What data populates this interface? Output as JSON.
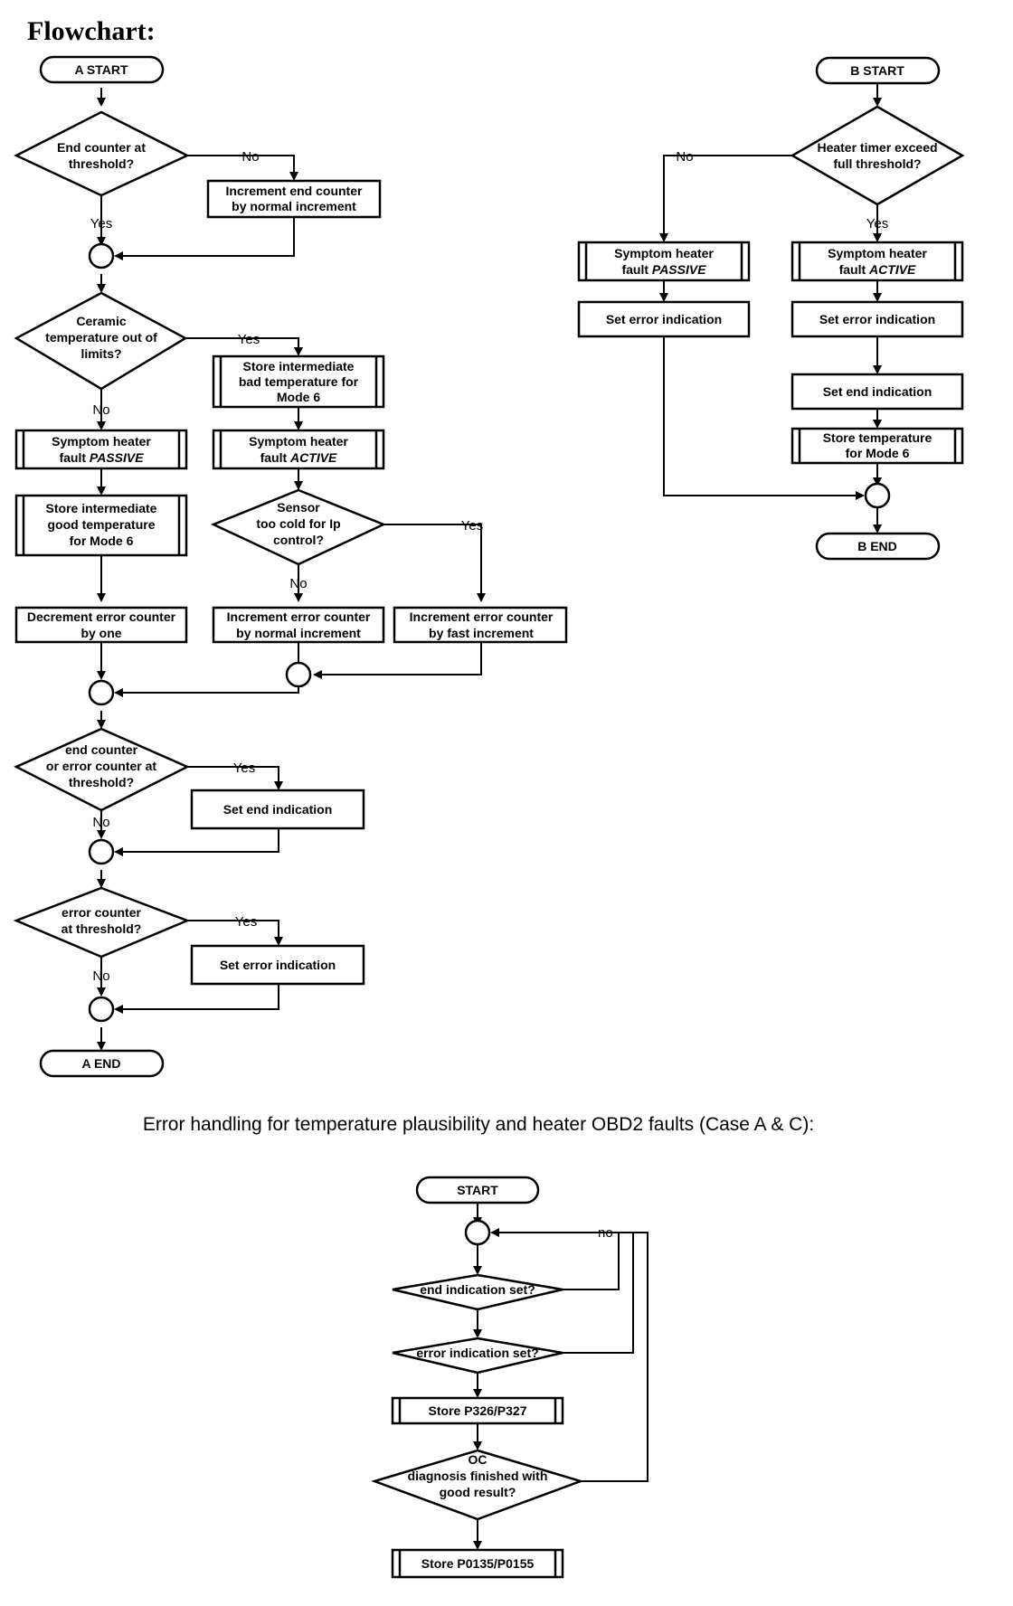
{
  "page": {
    "title": "Flowchart:",
    "caption": "Error handling for temperature plausibility and heater OBD2 faults (Case A & C):"
  },
  "flow_a": {
    "start": "A START",
    "end": "A END",
    "decision_end_counter": [
      "End counter at",
      "threshold?"
    ],
    "process_increment_end_counter": [
      "Increment end counter",
      "by normal increment"
    ],
    "decision_ceramic_temp": [
      "Ceramic",
      "temperature out of",
      "limits?"
    ],
    "process_store_bad_temp": [
      "Store intermediate",
      "bad temperature for",
      "Mode 6"
    ],
    "process_symptom_passive": [
      "Symptom heater",
      "fault ",
      "PASSIVE"
    ],
    "process_symptom_active": [
      "Symptom heater",
      "fault ",
      "ACTIVE"
    ],
    "process_store_good_temp": [
      "Store intermediate",
      "good temperature",
      "for Mode 6"
    ],
    "decision_sensor_cold": [
      "Sensor",
      "too cold for Ip",
      "control?"
    ],
    "process_decrement_error": [
      "Decrement error counter",
      "by one"
    ],
    "process_increment_error_normal": [
      "Increment error counter",
      "by normal increment"
    ],
    "process_increment_error_fast": [
      "Increment error counter",
      "by fast increment"
    ],
    "decision_end_or_error": [
      "end counter",
      "or error counter at",
      "threshold?"
    ],
    "process_set_end": "Set end indication",
    "decision_error_counter": [
      "error counter",
      "at threshold?"
    ],
    "process_set_error": "Set error indication"
  },
  "flow_b": {
    "start": "B START",
    "end": "B END",
    "decision_heater_timer": [
      "Heater timer exceed",
      "full threshold?"
    ],
    "process_symptom_passive": [
      "Symptom heater",
      "fault ",
      "PASSIVE"
    ],
    "process_symptom_active": [
      "Symptom heater",
      "fault ",
      "ACTIVE"
    ],
    "process_set_error": "Set error indication",
    "process_set_error_2": "Set error indication",
    "process_set_end": "Set end indication",
    "process_store_temp": [
      "Store temperature",
      "for Mode 6"
    ]
  },
  "flow_c": {
    "start": "START",
    "decision_end_indication": "end indication set?",
    "decision_error_indication": "error indication set?",
    "process_store_p326": "Store P326/P327",
    "decision_oc": [
      "OC",
      "diagnosis finished with",
      "good result?"
    ],
    "process_store_p0135": "Store P0135/P0155"
  },
  "labels": {
    "yes": "Yes",
    "no": "No",
    "no_lower": "no"
  }
}
